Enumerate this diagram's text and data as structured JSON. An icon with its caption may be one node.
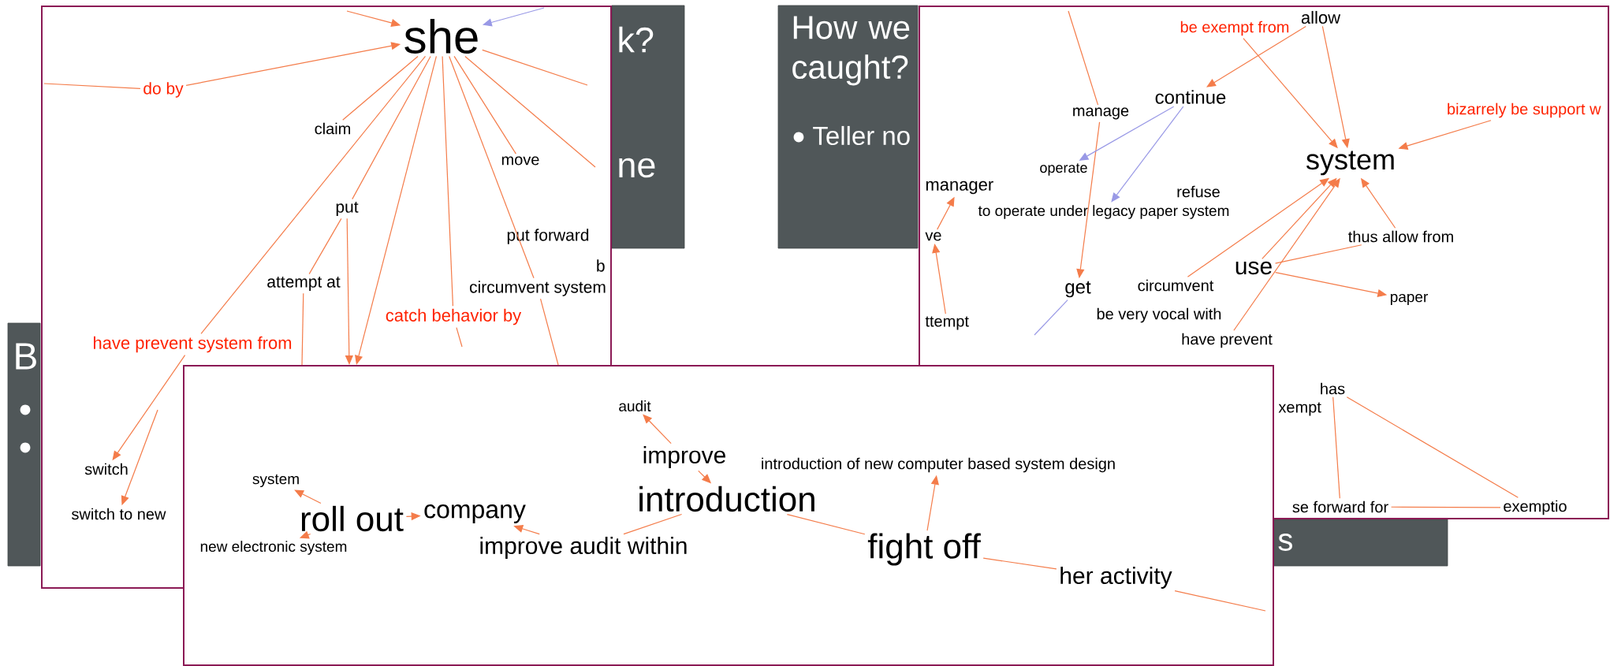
{
  "diagram": {
    "nodes": [
      {
        "text": [
          "k?",
          "ne"
        ]
      },
      {
        "text": [
          "How we caught?",
          "Teller no"
        ]
      },
      {
        "text": [
          "B"
        ]
      },
      {
        "text": [
          "s"
        ]
      },
      {
        "text": [],
        "shape": "box"
      },
      {
        "text": [
          "she"
        ],
        "in": 4
      },
      {
        "text": [
          "do by"
        ],
        "in": 4
      },
      {
        "text": [
          "claim"
        ],
        "in": 4
      },
      {
        "text": [
          "move"
        ],
        "in": 4
      },
      {
        "text": [
          "put"
        ],
        "in": 4
      },
      {
        "text": [
          "put forward"
        ],
        "in": 4
      },
      {
        "text": [
          "attempt at"
        ],
        "in": 4
      },
      {
        "text": [
          "circumvent system"
        ],
        "in": 4
      },
      {
        "text": [
          "b"
        ],
        "in": 4
      },
      {
        "text": [
          "catch behavior by"
        ],
        "in": 4
      },
      {
        "text": [
          "have prevent system from"
        ],
        "in": 4
      },
      {
        "text": [
          "switch"
        ],
        "in": 4
      },
      {
        "text": [
          "switch to new"
        ],
        "in": 4
      },
      {
        "text": [],
        "shape": "box"
      },
      {
        "text": [
          "allow"
        ],
        "in": 18
      },
      {
        "text": [
          "be exempt from"
        ],
        "in": 18
      },
      {
        "text": [
          "continue"
        ],
        "in": 18
      },
      {
        "text": [
          "manage"
        ],
        "in": 18
      },
      {
        "text": [
          "operate"
        ],
        "in": 18
      },
      {
        "text": [
          "manager"
        ],
        "in": 18
      },
      {
        "text": [
          "to operate under legacy paper system"
        ],
        "in": 18
      },
      {
        "text": [
          "refuse"
        ],
        "in": 18
      },
      {
        "text": [
          "system"
        ],
        "in": 18
      },
      {
        "text": [
          "bizarrely be support w"
        ],
        "in": 18
      },
      {
        "text": [
          "thus allow from"
        ],
        "in": 18
      },
      {
        "text": [
          "use"
        ],
        "in": 18
      },
      {
        "text": [
          "paper"
        ],
        "in": 18
      },
      {
        "text": [
          "get"
        ],
        "in": 18
      },
      {
        "text": [
          "circumvent"
        ],
        "in": 18
      },
      {
        "text": [
          "be very vocal with"
        ],
        "in": 18
      },
      {
        "text": [
          "have prevent"
        ],
        "in": 18
      },
      {
        "text": [
          "has"
        ],
        "in": 18
      },
      {
        "text": [
          "xempt"
        ],
        "in": 18
      },
      {
        "text": [
          "ve"
        ],
        "in": 18
      },
      {
        "text": [
          "ttempt"
        ],
        "in": 18
      },
      {
        "text": [
          "se forward for"
        ],
        "in": 18
      },
      {
        "text": [
          "exemptio"
        ],
        "in": 18
      },
      {
        "text": [],
        "shape": "box"
      },
      {
        "text": [
          "system"
        ]
      },
      {
        "text": [
          "roll out"
        ]
      },
      {
        "text": [
          "new electronic system"
        ]
      },
      {
        "text": [
          "company"
        ]
      },
      {
        "text": [
          "improve audit within"
        ],
        "in": 42
      },
      {
        "text": [
          "audit"
        ],
        "in": 42
      },
      {
        "text": [
          "improve"
        ],
        "in": 42
      },
      {
        "text": [
          "introduction"
        ],
        "in": 42
      },
      {
        "text": [
          "introduction of new computer based system design"
        ],
        "in": 42
      },
      {
        "text": [
          "fight off"
        ],
        "in": 42
      },
      {
        "text": [
          "her activity"
        ],
        "in": 42
      }
    ],
    "edges": [
      {
        "from": 6,
        "to": 5,
        "arrow": "to"
      },
      {
        "from": null,
        "to": 6,
        "arrow": "none"
      },
      {
        "from": 5,
        "to": 7,
        "arrow": "none"
      },
      {
        "from": 5,
        "to": 8,
        "arrow": "none"
      },
      {
        "from": 5,
        "to": 9,
        "arrow": "none"
      },
      {
        "from": 9,
        "to": 42,
        "arrow": "to"
      },
      {
        "from": 5,
        "to": 42,
        "arrow": "to"
      },
      {
        "from": 9,
        "to": 11,
        "arrow": "none"
      },
      {
        "from": 11,
        "to": 42,
        "arrow": "none"
      },
      {
        "from": 5,
        "to": 12,
        "arrow": "none"
      },
      {
        "from": 12,
        "to": 42,
        "arrow": "none"
      },
      {
        "from": 5,
        "to": 14,
        "arrow": "none"
      },
      {
        "from": 14,
        "to": null,
        "arrow": "none"
      },
      {
        "from": 5,
        "to": 15,
        "arrow": "none"
      },
      {
        "from": 15,
        "to": 16,
        "arrow": "to"
      },
      {
        "from": null,
        "to": 17,
        "arrow": "to"
      },
      {
        "from": 5,
        "to": null,
        "arrow": "none"
      },
      {
        "from": 5,
        "to": null,
        "arrow": "none"
      },
      {
        "from": null,
        "to": 5,
        "arrow": "to",
        "color": "#9999e6"
      },
      {
        "from": null,
        "to": 5,
        "arrow": "to"
      },
      {
        "from": 19,
        "to": 21,
        "arrow": "to"
      },
      {
        "from": 20,
        "to": 27,
        "arrow": "to"
      },
      {
        "from": 19,
        "to": 27,
        "arrow": "to"
      },
      {
        "from": null,
        "to": 22,
        "arrow": "none"
      },
      {
        "from": 22,
        "to": 32,
        "arrow": "to"
      },
      {
        "from": 21,
        "to": 23,
        "arrow": "to",
        "color": "#9999e6"
      },
      {
        "from": 21,
        "to": 25,
        "arrow": "to",
        "color": "#9999e6"
      },
      {
        "from": 28,
        "to": 27,
        "arrow": "to"
      },
      {
        "from": 29,
        "to": 27,
        "arrow": "to"
      },
      {
        "from": 30,
        "to": 27,
        "arrow": "to"
      },
      {
        "from": 33,
        "to": 27,
        "arrow": "to"
      },
      {
        "from": 35,
        "to": 27,
        "arrow": "to"
      },
      {
        "from": 30,
        "to": 31,
        "arrow": "to"
      },
      {
        "from": 30,
        "to": 29,
        "arrow": "none"
      },
      {
        "from": 36,
        "to": 41,
        "arrow": "none"
      },
      {
        "from": 36,
        "to": 40,
        "arrow": "none"
      },
      {
        "from": 40,
        "to": 41,
        "arrow": "none"
      },
      {
        "from": 39,
        "to": 38,
        "arrow": "to"
      },
      {
        "from": 38,
        "to": 24,
        "arrow": "to"
      },
      {
        "from": 32,
        "to": null,
        "arrow": "none",
        "color": "#9999e6"
      },
      {
        "from": 44,
        "to": 43,
        "arrow": "to"
      },
      {
        "from": 44,
        "to": 45,
        "arrow": "to"
      },
      {
        "from": 44,
        "to": 46,
        "arrow": "to"
      },
      {
        "from": 47,
        "to": 46,
        "arrow": "to"
      },
      {
        "from": 47,
        "to": 50,
        "arrow": "none"
      },
      {
        "from": 49,
        "to": 48,
        "arrow": "to"
      },
      {
        "from": 49,
        "to": 50,
        "arrow": "to"
      },
      {
        "from": 50,
        "to": 52,
        "arrow": "none"
      },
      {
        "from": 52,
        "to": 51,
        "arrow": "to"
      },
      {
        "from": 52,
        "to": 53,
        "arrow": "none"
      },
      {
        "from": 53,
        "to": null,
        "arrow": "none"
      }
    ]
  }
}
